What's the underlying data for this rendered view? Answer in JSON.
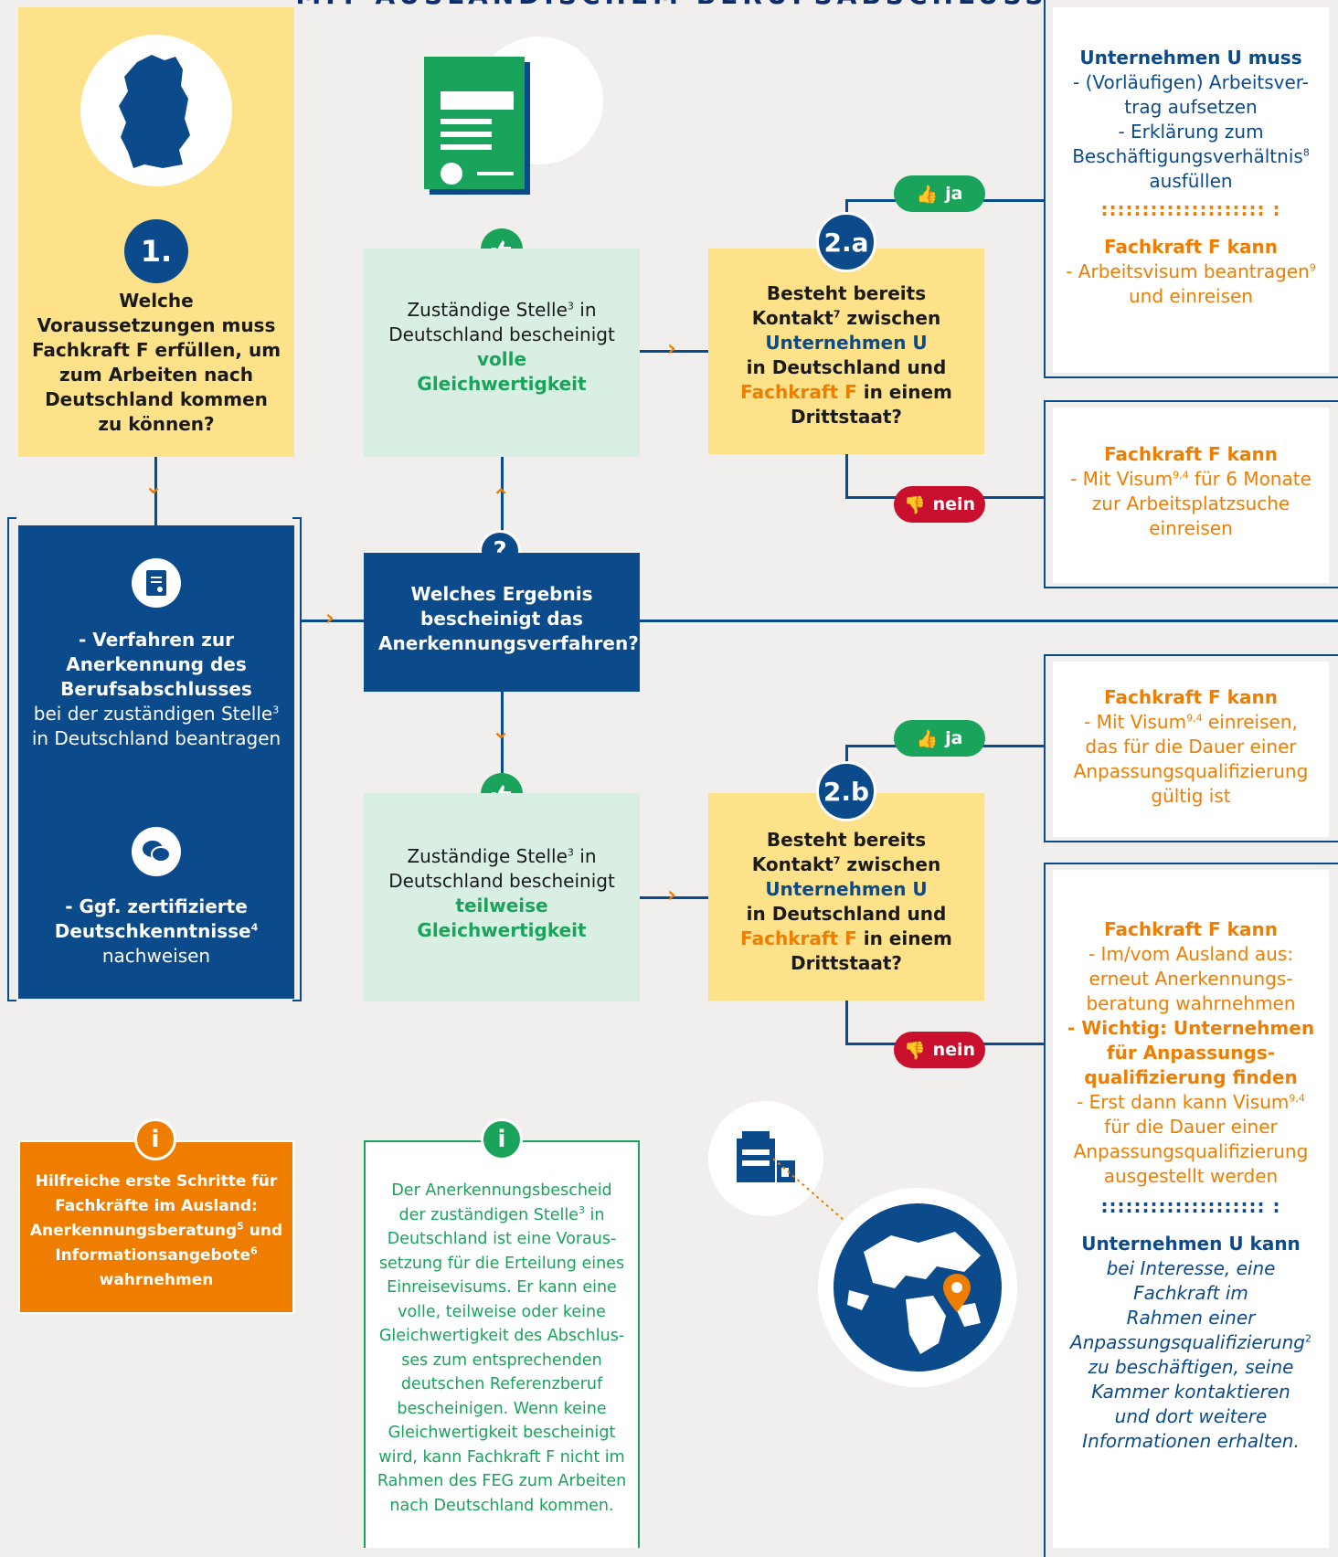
{
  "header": {
    "title": "MIT AUSLÄNDISCHEM BERUFSABSCHLUSS"
  },
  "step1": {
    "number": "1.",
    "question": "Welche Voraussetzungen muss Fachkraft F erfüllen, um zum Arbeiten nach Deutschland kommen zu können?"
  },
  "procedure": {
    "item1_bold": "- Verfahren zur Anerkennung des Berufsabschlusses",
    "item1_a": "bei der zuständigen Stelle",
    "item1_sup": "3",
    "item1_b": " in Deutschland beantragen",
    "item2_bold": "- Ggf. zertifizierte Deutschkenntnisse",
    "item2_sup": "4",
    "item2_rest": "nachweisen"
  },
  "center_question": {
    "symbol": "?",
    "text": "Welches Ergebnis bescheinigt das Anerkennungsverfahren?"
  },
  "full": {
    "line1": "Zuständige Stelle",
    "sup": "3",
    "line1b": " in Deutschland bescheinigt",
    "bold1": "volle",
    "bold2": "Gleichwertigkeit"
  },
  "partial": {
    "line1": "Zuständige Stelle",
    "sup": "3",
    "line1b": " in Deutschland bescheinigt",
    "bold1": "teilweise",
    "bold2": "Gleichwertigkeit"
  },
  "step2a": {
    "number": "2.a",
    "q1": "Besteht bereits",
    "q2": "Kontakt",
    "sup": "7",
    "q2b": " zwischen",
    "company": "Unternehmen U",
    "q3": "in Deutschland und",
    "worker": "Fachkraft F",
    "q4": " in einem",
    "q5": "Drittstaat?"
  },
  "step2b": {
    "number": "2.b",
    "q1": "Besteht bereits",
    "q2": "Kontakt",
    "sup": "7",
    "q2b": " zwischen",
    "company": "Unternehmen U",
    "q3": "in Deutschland und",
    "worker": "Fachkraft F",
    "q4": " in einem",
    "q5": "Drittstaat?"
  },
  "yes_label": "ja",
  "no_label": "nein",
  "res_a_yes": {
    "h1": "Unternehmen U muss",
    "l1": "- (Vorläufigen) Arbeitsver-",
    "l2": "trag aufsetzen",
    "l3": "- Erklärung zum",
    "l4": "Beschäftigungsverhältnis",
    "l4sup": "8",
    "l5": "ausfüllen",
    "dots": ":::::::::::::::::::: :",
    "h2": "Fachkraft F kann",
    "l6": "- Arbeitsvisum beantragen",
    "l6sup": "9",
    "l7": "und einreisen"
  },
  "res_a_no": {
    "h1": "Fachkraft F kann",
    "l1": "- Mit Visum",
    "l1sup": "9,4",
    "l1b": " für 6 Monate",
    "l2": "zur Arbeitsplatzsuche",
    "l3": "einreisen"
  },
  "res_b_yes": {
    "h1": "Fachkraft F kann",
    "l1": "- Mit Visum",
    "l1sup": "9,4",
    "l1b": " einreisen,",
    "l2": "das für die Dauer einer",
    "l3": "Anpassungsqualifizierung",
    "l4": "gültig ist"
  },
  "res_b_no": {
    "h1": "Fachkraft F kann",
    "l1": "- Im/vom Ausland aus:",
    "l2": "erneut Anerkennungs-",
    "l3": "beratung wahrnehmen",
    "w1": "- Wichtig: Unternehmen",
    "w2": "für Anpassungs-",
    "w3": "qualifizierung finden",
    "l4": "- Erst dann kann Visum",
    "l4sup": "9,4",
    "l5": "für die Dauer einer",
    "l6": "Anpassungsqualifizierung",
    "l7": "ausgestellt werden",
    "dots": ":::::::::::::::::::: :",
    "h2": "Unternehmen U kann",
    "i1": "bei Interesse, eine",
    "i2": "Fachkraft im",
    "i3": "Rahmen einer",
    "i4": "Anpassungsqualifizierung",
    "i4sup": "2",
    "i5": "zu beschäftigen, seine",
    "i6": "Kammer kontaktieren",
    "i7": "und dort weitere",
    "i8": "Informationen erhalten."
  },
  "tip": {
    "symbol": "i",
    "l1": "Hilfreiche erste Schritte für",
    "l2": "Fachkräfte im Ausland:",
    "l3": "Anerkennungsberatung",
    "l3sup": "5",
    "l3b": " und",
    "l4": "Informationsangebote",
    "l4sup": "6",
    "l5": "wahrnehmen"
  },
  "info": {
    "symbol": "i",
    "l1": "Der Anerkennungsbescheid",
    "l2a": "der zuständigen Stelle",
    "l2sup": "3",
    "l2b": " in",
    "l3": "Deutschland ist eine Voraus-",
    "l4": "setzung für die Erteilung eines",
    "l5": "Einreisevisums. Er kann eine",
    "l6": "volle, teilweise oder keine",
    "l7": "Gleichwertigkeit des Abschlus-",
    "l8": "ses zum entsprechenden",
    "l9": "deutschen Referenzberuf",
    "l10": "bescheinigen. Wenn keine",
    "l11": "Gleichwertigkeit bescheinigt",
    "l12": "wird, kann Fachkraft F nicht im",
    "l13": "Rahmen des FEG zum Arbeiten",
    "l14": "nach Deutschland kommen."
  },
  "colors": {
    "navy": "#0b4a8b",
    "orange": "#ef7d00",
    "green": "#1aa35a",
    "yellow": "#fde28a",
    "red": "#c8102e"
  },
  "icons": [
    "germany-map-icon",
    "certificate-icon",
    "thumbs-up-icon",
    "thumbs-down-icon",
    "document-icon",
    "chat-icon",
    "info-icon",
    "question-icon",
    "company-building-icon",
    "globe-icon",
    "location-pin-icon"
  ]
}
